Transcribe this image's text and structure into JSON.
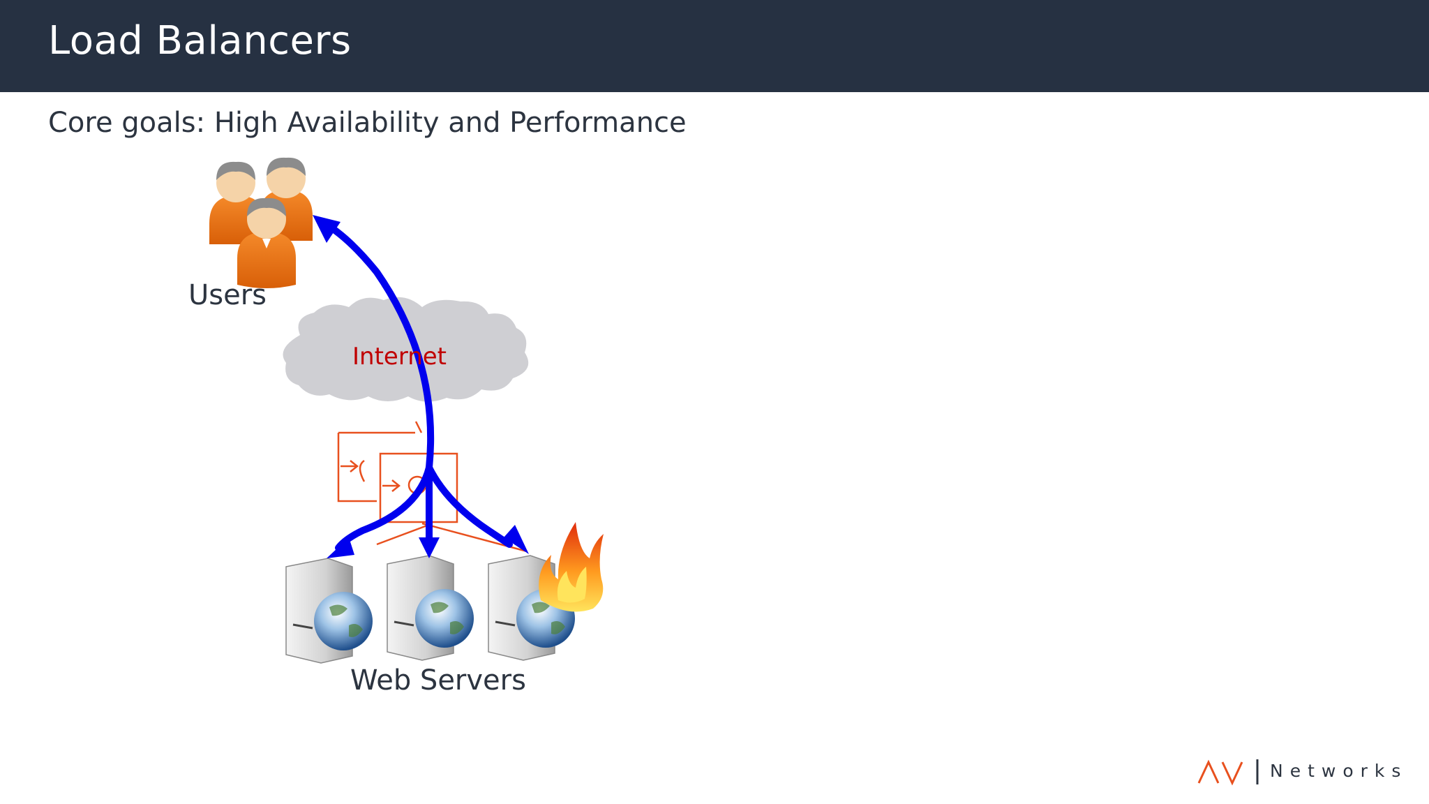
{
  "header": {
    "title": "Load Balancers"
  },
  "subtitle": "Core goals: High Availability and Performance",
  "diagram": {
    "users_label": "Users",
    "internet_label": "Internet",
    "servers_label": "Web Servers",
    "icons": [
      "users-icon",
      "cloud-icon",
      "load-balancer-icon",
      "web-server-icon",
      "globe-icon",
      "fire-icon"
    ],
    "colors": {
      "header_bg": "#263142",
      "arrow": "#0000ee",
      "accent": "#e8501e",
      "user_orange": "#f07818",
      "cloud": "#cfcfd3",
      "internet_text": "#c00000"
    }
  },
  "footer": {
    "logo_mark": "AVI",
    "logo_text": "Networks",
    "logo_mark_color": "#e8501e"
  }
}
